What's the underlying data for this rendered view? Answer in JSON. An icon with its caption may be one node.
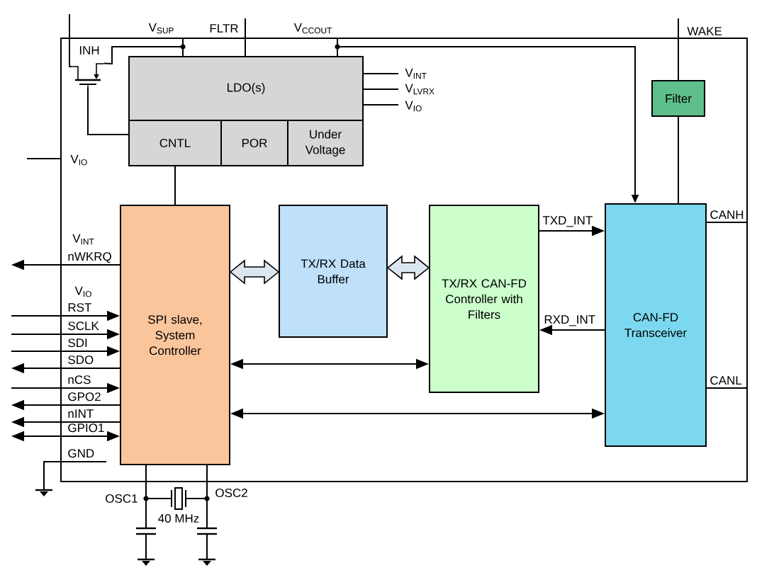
{
  "diagram": {
    "nodes": [
      {
        "text": [],
        "shape": "box"
      },
      {
        "text": [],
        "shape": "picture",
        "in": 0
      },
      {
        "text": [
          "LDO(s)"
        ],
        "in": 0
      },
      {
        "text": [
          "CNTL"
        ],
        "in": 0
      },
      {
        "text": [
          "POR"
        ],
        "in": 0
      },
      {
        "text": [
          "Under Voltage"
        ],
        "in": 0
      },
      {
        "text": [
          "Filter"
        ],
        "in": 0
      },
      {
        "text": [
          "SPI slave, System Controller"
        ],
        "in": 0
      },
      {
        "text": [
          "TX/RX Data Buffer"
        ],
        "in": 0
      },
      {
        "text": [
          "TX/RX CAN-FD Controller with Filters"
        ],
        "in": 0
      },
      {
        "text": [
          "CAN-FD Transceiver"
        ],
        "in": 0
      },
      {
        "text": [],
        "shape": "box",
        "beside": [
          "40 MHz"
        ]
      },
      {
        "text": [],
        "shape": "picture"
      },
      {
        "text": [],
        "shape": "picture"
      }
    ],
    "edges": [
      {
        "from": 1,
        "to": null,
        "arrow": "none",
        "label": "INH"
      },
      {
        "from": 0,
        "to": 2,
        "arrow": "none",
        "label": "V$_{SUP}$"
      },
      {
        "from": 0,
        "to": 1,
        "arrow": "none"
      },
      {
        "from": null,
        "to": 2,
        "arrow": "none",
        "label": "FLTR"
      },
      {
        "from": 0,
        "to": 2,
        "arrow": "none",
        "label": "V$_{CCOUT}$"
      },
      {
        "from": 2,
        "to": 10,
        "arrow": "to"
      },
      {
        "from": null,
        "to": 6,
        "arrow": "none",
        "label": "WAKE"
      },
      {
        "from": 6,
        "to": 10,
        "arrow": "none"
      },
      {
        "from": 2,
        "to": null,
        "arrow": "none",
        "label": "V$_{INT}$"
      },
      {
        "from": 2,
        "to": null,
        "arrow": "none",
        "label": "V$_{LVRX}$"
      },
      {
        "from": 2,
        "to": null,
        "arrow": "none",
        "label": "V$_{IO}$"
      },
      {
        "from": null,
        "to": 0,
        "arrow": "none",
        "label": "V$_{IO}$"
      },
      {
        "from": 3,
        "to": 1,
        "arrow": "none"
      },
      {
        "from": 3,
        "to": 7,
        "arrow": "none"
      },
      {
        "from": 9,
        "to": 10,
        "arrow": "to",
        "label": "TXD_INT"
      },
      {
        "from": 10,
        "to": 0,
        "arrow": "none",
        "label": "CANH"
      },
      {
        "from": 7,
        "to": null,
        "arrow": "to",
        "label": "nWKRQ"
      },
      {
        "from": 7,
        "to": 8,
        "arrow": "both",
        "style": "thick"
      },
      {
        "from": 8,
        "to": 9,
        "arrow": "both",
        "style": "thick"
      },
      {
        "from": null,
        "to": 7,
        "arrow": "to",
        "label": "RST"
      },
      {
        "from": null,
        "to": 7,
        "arrow": "to",
        "label": "SCLK"
      },
      {
        "from": null,
        "to": 7,
        "arrow": "to",
        "label": "SDI"
      },
      {
        "from": 10,
        "to": 9,
        "arrow": "to",
        "label": "RXD_INT"
      },
      {
        "from": 7,
        "to": null,
        "arrow": "to",
        "label": "SDO"
      },
      {
        "from": 7,
        "to": 9,
        "arrow": "both"
      },
      {
        "from": null,
        "to": 7,
        "arrow": "to",
        "label": "nCS"
      },
      {
        "from": 10,
        "to": 0,
        "arrow": "none",
        "label": "CANL"
      },
      {
        "from": 7,
        "to": null,
        "arrow": "to",
        "label": "GPO2"
      },
      {
        "from": 7,
        "to": 10,
        "arrow": "both"
      },
      {
        "from": 7,
        "to": null,
        "arrow": "to",
        "label": "nINT"
      },
      {
        "from": null,
        "to": 7,
        "arrow": "both",
        "label": "GPIO1"
      },
      {
        "from": 7,
        "to": 12,
        "arrow": "none",
        "label": "OSC1"
      },
      {
        "from": 7,
        "to": 11,
        "arrow": "none"
      },
      {
        "from": 7,
        "to": 13,
        "arrow": "none",
        "label": "OSC2"
      },
      {
        "from": 7,
        "to": 11,
        "arrow": "none"
      }
    ],
    "labels": [
      "V$_{INT}$",
      "V$_{IO}$",
      "GND"
    ]
  }
}
